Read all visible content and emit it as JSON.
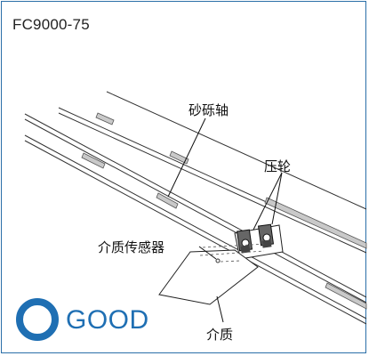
{
  "model_label": "FC9000-75",
  "labels": {
    "grit_shaft": "砂砾轴",
    "pinch_rollers": "压轮",
    "media_sensor": "介质传感器",
    "media": "介质"
  },
  "status": {
    "text": "GOOD",
    "icon": "circle-ok-icon",
    "color": "#1f6fb3"
  },
  "frame_color": "#2b6fa8"
}
